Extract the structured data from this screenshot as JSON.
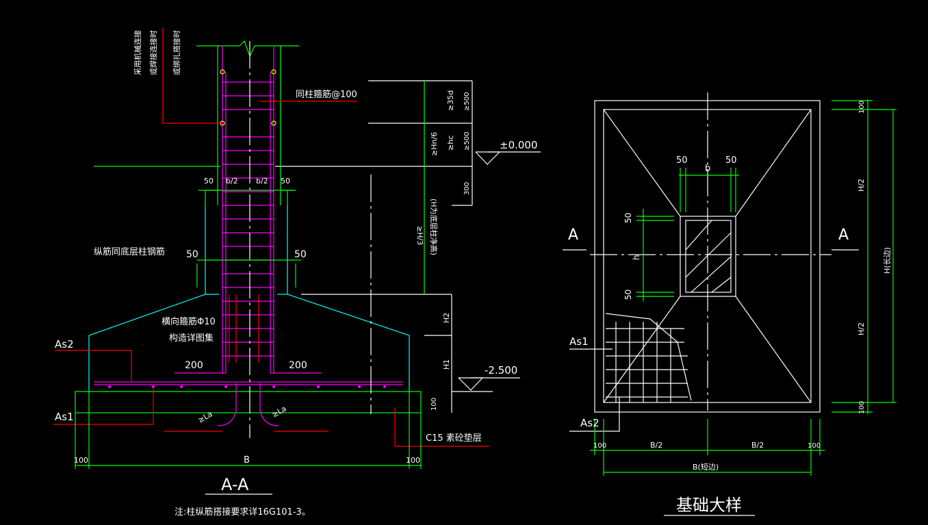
{
  "colors": {
    "background": "#000000",
    "white": "#ffffff",
    "green": "#00ff00",
    "cyan": "#00ffff",
    "magenta": "#ff00ff",
    "red": "#ff0000",
    "yellow": "#ffff00"
  },
  "section": {
    "title": "A-A",
    "note": "注:柱纵筋搭接要求详16G101-3。",
    "splice_note": [
      "采用机械连接",
      "或焊接连接时",
      "或绑扎搭接时"
    ],
    "stirrup_label": "同柱箍筋@100",
    "dowel_label": "纵筋同底层柱钢筋",
    "transverse_label": "横向箍筋Φ10",
    "detail_ref": "构造详图集",
    "top_dims": [
      "50",
      "b/2",
      "b/2",
      "50"
    ],
    "neck_dims": [
      "50",
      "50"
    ],
    "footing_dims": [
      "200",
      "200"
    ],
    "rebar_labels": {
      "as2": "As2",
      "as1": "As1"
    },
    "anchor_marks": [
      "≥La",
      "≥La"
    ],
    "right_dims": {
      "d35": "≥35d",
      "d500a": "≥500",
      "hn6": "≥Hn/6",
      "hc": "≥hc",
      "d500b": "≥500",
      "d300": "300",
      "h3": "≥H/3",
      "h3_note": "(H为底层柱净高)",
      "h2": "H2",
      "h1": "H1",
      "pad": "100"
    },
    "elevation_top": "±0.000",
    "elevation_bottom": "-2.500",
    "bottom_dims": {
      "left": "100",
      "mid": "B",
      "right": "100"
    },
    "pad_label": "C15 素砼垫层"
  },
  "plan": {
    "title": "基础大样",
    "section_marks": [
      "A",
      "A"
    ],
    "top_dims": [
      "50",
      "b",
      "50"
    ],
    "side_dims": [
      "50",
      "h",
      "50"
    ],
    "right_dims": {
      "top": "100",
      "upper": "H/2",
      "lower": "H/2",
      "bottom": "100",
      "total": "H(长边)"
    },
    "bottom_dims": {
      "left": "100",
      "mid1": "B/2",
      "mid2": "B/2",
      "right": "100",
      "total": "B(短边)"
    },
    "rebar_labels": {
      "as1": "As1",
      "as2": "As2"
    }
  }
}
